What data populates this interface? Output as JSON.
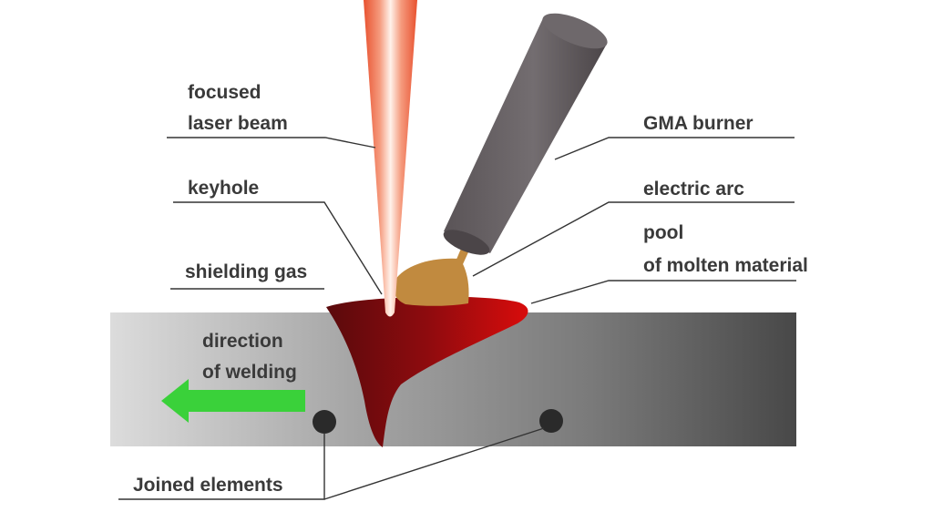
{
  "labels": {
    "focused_laser_beam": [
      "focused",
      "laser beam"
    ],
    "keyhole": "keyhole",
    "shielding_gas": "shielding gas",
    "direction_of_welding": [
      "direction",
      "of welding"
    ],
    "joined_elements": "Joined elements",
    "gma_burner": "GMA burner",
    "electric_arc": "electric arc",
    "pool_of_molten_material": [
      "pool",
      "of molten material"
    ]
  },
  "colors": {
    "laser_core": "#fff2ea",
    "laser_edge": "#e8512f",
    "burner": "#5a5457",
    "workpiece_light": "#dcdcdc",
    "workpiece_dark": "#484848",
    "molten_pool_dark": "#5a0a0c",
    "molten_pool_bright": "#d80c0c",
    "shielding_gas": "#c18a3f",
    "direction_arrow": "#3ad13a",
    "joint_dot": "#2a2a2a",
    "label_text": "#3a3a3a"
  }
}
